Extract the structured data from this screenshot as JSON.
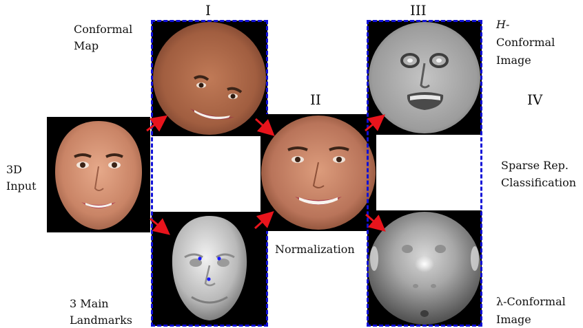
{
  "stages": {
    "stage1": "I",
    "stage2": "II",
    "stage3": "III",
    "stage4": "IV"
  },
  "labels": {
    "conformal_map_line1": "Conformal",
    "conformal_map_line2": "Map",
    "input_line1": "3D",
    "input_line2": "Input",
    "landmarks_line1": "3 Main",
    "landmarks_line2": "Landmarks",
    "normalization": "Normalization",
    "h_conformal_line1": "H-",
    "h_conformal_line2": "Conformal",
    "h_conformal_line3": "Image",
    "sparse_line1": "Sparse Rep.",
    "sparse_line2": "Classification",
    "lambda_line1": "λ-Conformal",
    "lambda_line2": "Image"
  },
  "colors": {
    "dash_border": "#1010d8",
    "arrow": "#e8141c",
    "landmark_dot": "#1a1aff"
  }
}
